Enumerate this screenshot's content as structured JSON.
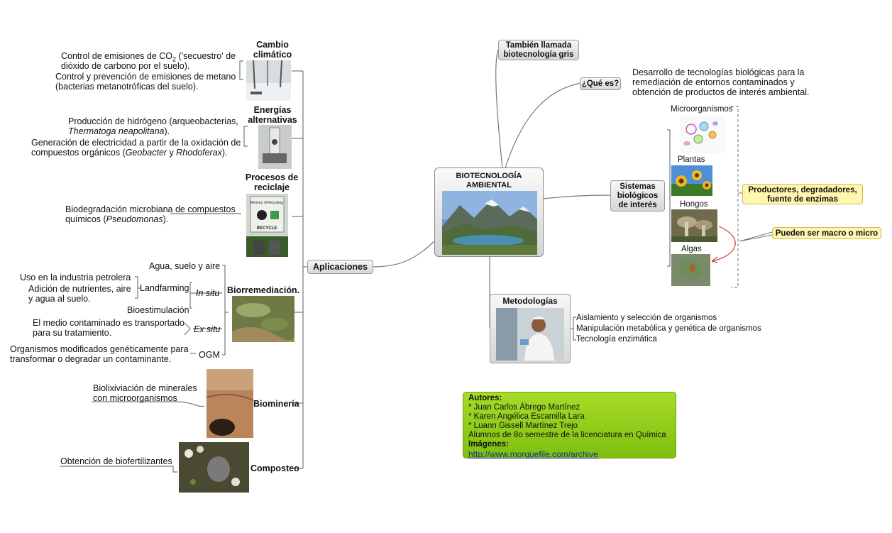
{
  "central": {
    "title_line1": "BIOTECNOLOGÍA",
    "title_line2": "AMBIENTAL",
    "image": "mountain-lake-photo"
  },
  "tambien": {
    "line1": "También llamada",
    "line2": "biotecnología gris"
  },
  "que_es": {
    "label": "¿Qué es?",
    "text1": "Desarrollo de tecnologías biológicas para la",
    "text2": "remediación de entornos contaminados y",
    "text3": "obtención de productos de interés ambiental."
  },
  "sistemas": {
    "label1": "Sistemas",
    "label2": "biológicos",
    "label3": "de interés",
    "items": [
      "Microorganismos",
      "Plantas",
      "Hongos",
      "Algas"
    ],
    "note_productores_1": "Productores, degradadores,",
    "note_productores_2": "fuente de enzimas",
    "note_macro": "Pueden ser macro o micro"
  },
  "metodologias": {
    "label": "Metodologías",
    "items": [
      "Aislamiento y selección de organismos",
      "Manipulación metabólica y genética de organismos",
      "Tecnología enzimática"
    ]
  },
  "aplicaciones": {
    "label": "Aplicaciones"
  },
  "cambio": {
    "title1": "Cambio",
    "title2": "climático",
    "t1a": "Control de emisiones de CO",
    "t1sub": "2",
    "t1b": " ('secuestro' de",
    "t1c": "dióxido de carbono por el suelo).",
    "t2a": "Control y prevención de emisiones de metano",
    "t2b": "(bacterias metanotróficas del suelo)."
  },
  "energias": {
    "title1": "Energías",
    "title2": "alternativas",
    "t1a": "Producción de hidrógeno (arqueobacterias,",
    "t1b": "Thermatoga neapolitana",
    "t1c": ").",
    "t2a": "Generación de electricidad a partir de la oxidación de",
    "t2b": "compuestos orgánicos (",
    "t2c": "Geobacter",
    "t2d": " y ",
    "t2e": "Rhodoferax",
    "t2f": ")."
  },
  "procesos": {
    "title1": "Procesos de",
    "title2": "reciclaje",
    "t1a": "Biodegradación microbiana de compuestos",
    "t1b": "químicos (",
    "t1c": "Pseudomonas",
    "t1d": ").",
    "sign_text1": "Ministry of Recycling",
    "sign_text2": "RECYCLE"
  },
  "biorremediacion": {
    "title": "Biorremediación.",
    "agua": "Agua, suelo y aire",
    "in_situ": "In situ",
    "landfarming": "Landfarming",
    "uso": "Uso en la industria petrolera",
    "adicion1": "Adición de nutrientes, aire",
    "adicion2": "y agua al suelo.",
    "bioestimulacion": "Bioestimulación",
    "ex_situ": "Ex situ",
    "medio1": "El medio contaminado es transportado",
    "medio2": "para su tratamiento.",
    "ogm": "OGM",
    "org1": "Organismos modificados genéticamente para",
    "org2": "transformar o degradar un contaminante."
  },
  "biomineria": {
    "title": "Biominería",
    "t1": "Biolixiviación de minerales",
    "t2": "con microorganismos"
  },
  "composteo": {
    "title": "Composteo",
    "t1": "Obtención de biofertilizantes"
  },
  "autores": {
    "title": "Autores:",
    "names": [
      "* Juan Carlos Ábrego Martínez",
      "* Karen Angélica Escamilla Lara",
      "* Luann Gissell Martínez Trejo"
    ],
    "alumnos": "Alumnos de 8o semestre de la licenciatura en Química",
    "imagenes": "Imágenes:",
    "url": "http://www.morguefile.com/archive"
  },
  "colors": {
    "connector": "#777777",
    "green_fill": "#8ccc18",
    "yellow_fill": "#fff7b0",
    "red_arrow": "#d23a3a"
  }
}
